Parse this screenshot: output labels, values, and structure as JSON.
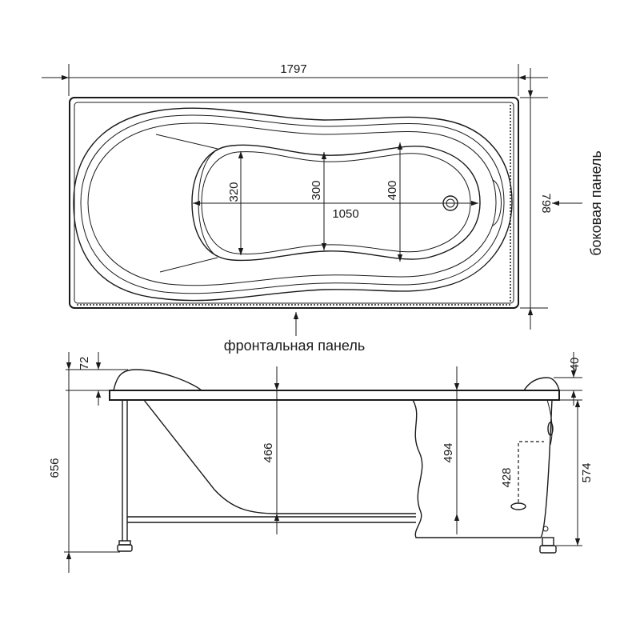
{
  "top_view": {
    "dim_length": "1797",
    "dim_width": "798",
    "dim_inner_length": "1050",
    "dim_head": "320",
    "dim_middle": "300",
    "dim_foot": "400",
    "front_panel_label": "фронтальная панель",
    "side_panel_label": "боковая панель"
  },
  "side_view": {
    "dim_headrest": "72",
    "dim_total_height": "656",
    "dim_depth_left": "466",
    "dim_depth_right": "494",
    "dim_drain": "428",
    "dim_rim": "40",
    "dim_panel_height": "574"
  }
}
